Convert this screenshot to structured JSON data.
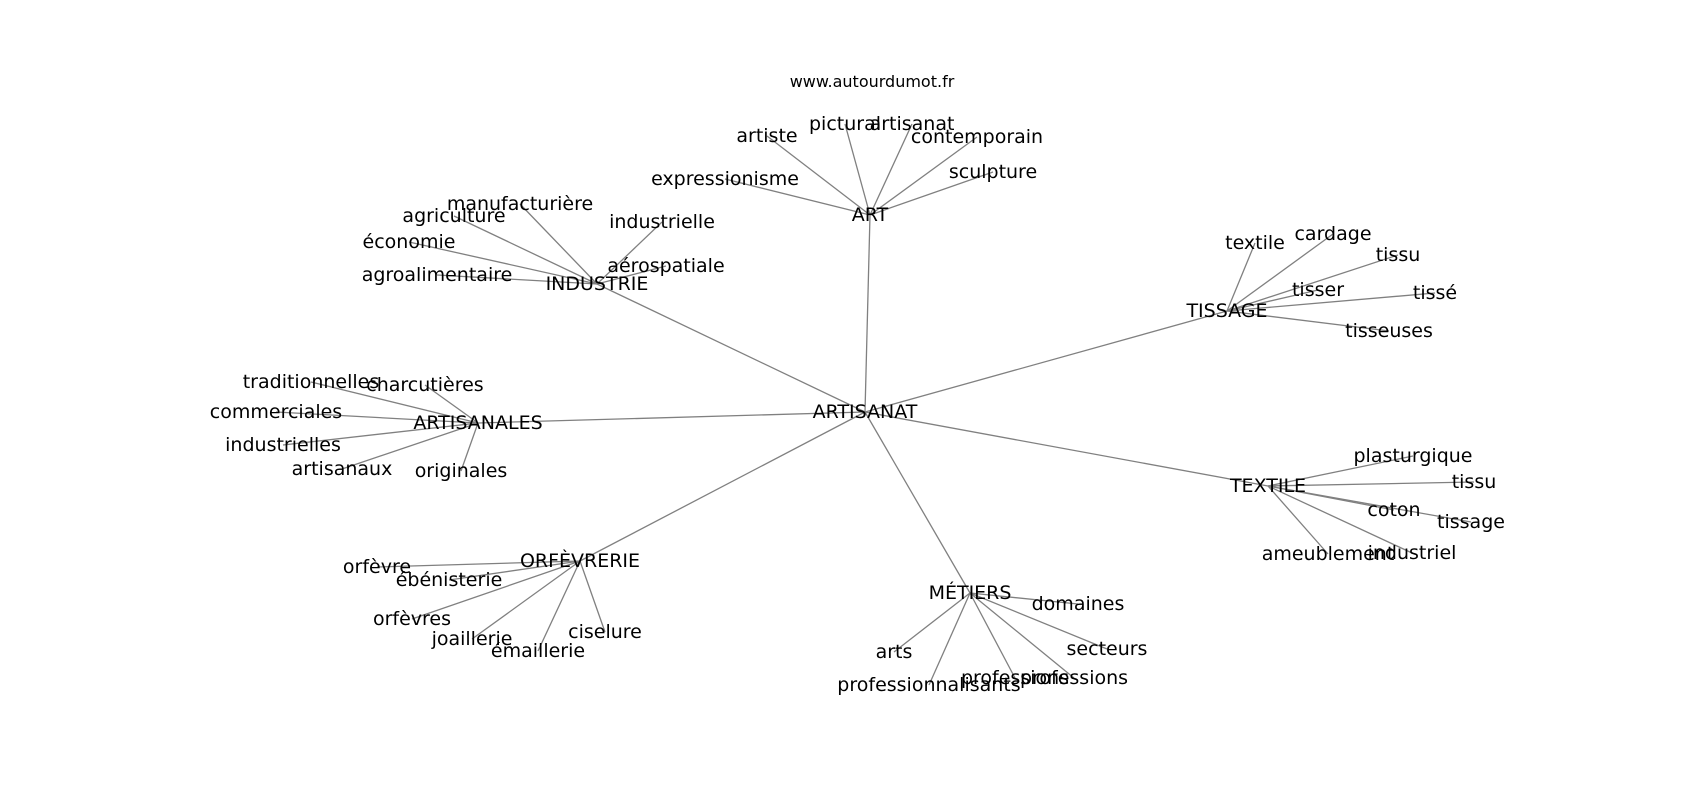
{
  "watermark": "www.autourdumot.fr",
  "graph": {
    "center": "ARTISANAT",
    "hubs": [
      {
        "label": "ART",
        "leaves": [
          "artiste",
          "pictural",
          "artisanat",
          "contemporain",
          "sculpture",
          "expressionisme"
        ]
      },
      {
        "label": "INDUSTRIE",
        "leaves": [
          "manufacturière",
          "agriculture",
          "économie",
          "agroalimentaire",
          "industrielle",
          "aérospatiale"
        ]
      },
      {
        "label": "TISSAGE",
        "leaves": [
          "textile",
          "cardage",
          "tissu",
          "tisser",
          "tissé",
          "tisseuses"
        ]
      },
      {
        "label": "ARTISANALES",
        "leaves": [
          "traditionnelles",
          "charcutières",
          "commerciales",
          "industrielles",
          "artisanaux",
          "originales"
        ]
      },
      {
        "label": "TEXTILE",
        "leaves": [
          "plasturgique",
          "tissu",
          "coton",
          "tissage",
          "ameublement",
          "industriel"
        ]
      },
      {
        "label": "ORFÈVRERIE",
        "leaves": [
          "orfèvre",
          "ébénisterie",
          "orfèvres",
          "joaillerie",
          "émaillerie",
          "ciselure"
        ]
      },
      {
        "label": "MÉTIERS",
        "leaves": [
          "domaines",
          "secteurs",
          "arts",
          "professionnalisants",
          "professions",
          "professions"
        ]
      }
    ]
  }
}
